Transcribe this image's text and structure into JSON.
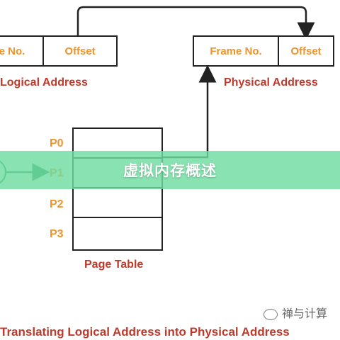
{
  "logical": {
    "frame_cell": "e No.",
    "offset_cell": "Offset",
    "label": "Logical Address"
  },
  "physical": {
    "frame_cell": "Frame No.",
    "offset_cell": "Offset",
    "label": "Physical Address"
  },
  "page_table": {
    "rows": [
      "P0",
      "P1",
      "P2",
      "P3"
    ],
    "label": "Page Table"
  },
  "overlay_title": "虚拟内存概述",
  "watermark": "禅与计算",
  "caption": "Translating Logical Address into Physical Address",
  "colors": {
    "label_red": "#c0392b",
    "cell_orange": "#f0932b",
    "banner": "#6edca0",
    "line": "#222222"
  }
}
